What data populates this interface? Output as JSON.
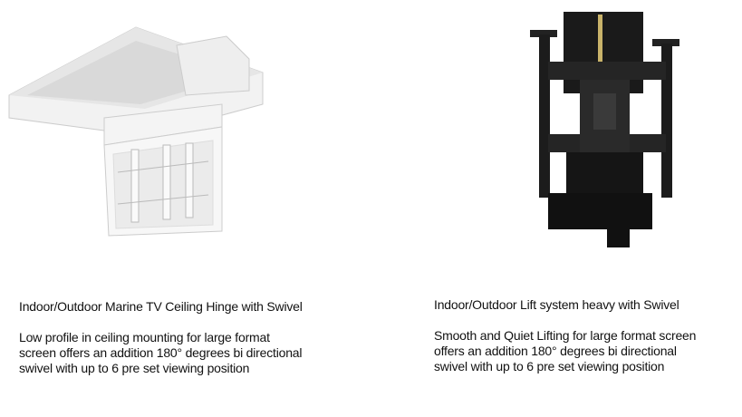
{
  "products": [
    {
      "title": "Indoor/Outdoor Marine TV Ceiling Hinge with Swivel",
      "description_lines": [
        "Low profile in ceiling mounting for large format",
        "screen offers an addition 180° degrees bi directional",
        "swivel with up to 6 pre set viewing position"
      ]
    },
    {
      "title": "Indoor/Outdoor Lift system heavy with Swivel",
      "description_lines": [
        "Smooth and Quiet Lifting for large format screen",
        "offers an addition 180° degrees bi directional",
        "swivel with up to 6 pre set viewing position"
      ]
    }
  ]
}
